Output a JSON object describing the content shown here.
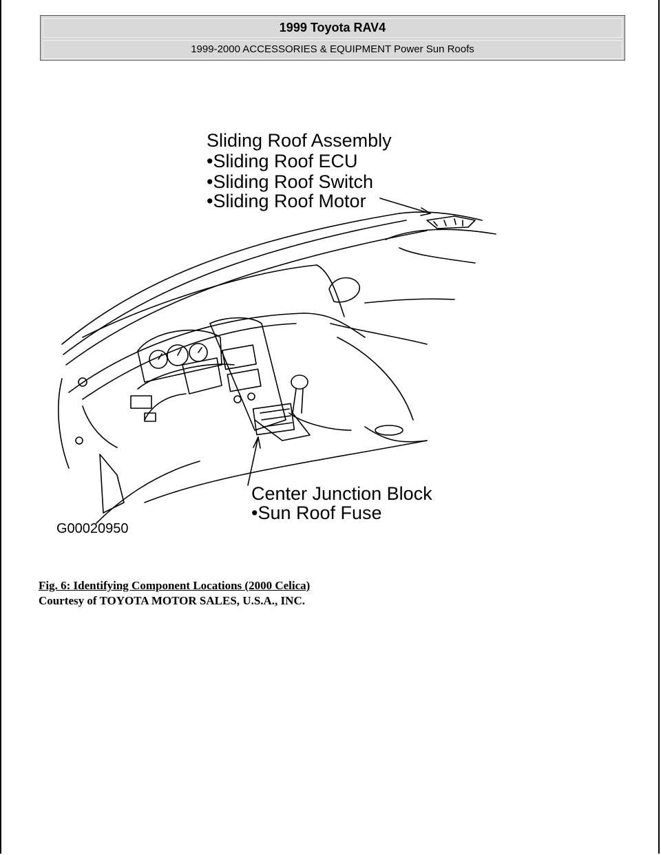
{
  "header": {
    "title": "1999 Toyota RAV4",
    "subtitle": "1999-2000 ACCESSORIES & EQUIPMENT Power Sun Roofs"
  },
  "figure": {
    "callouts": {
      "assembly_title": "Sliding Roof Assembly",
      "ecu": "•Sliding Roof ECU",
      "switch": "•Sliding Roof Switch",
      "motor": "•Sliding Roof Motor",
      "junction_title": "Center Junction Block",
      "fuse": "•Sun Roof Fuse"
    },
    "figure_id": "G00020950"
  },
  "caption": {
    "title": "Fig. 6: Identifying Component Locations (2000 Celica)",
    "credit": "Courtesy of TOYOTA MOTOR SALES, U.S.A., INC."
  }
}
